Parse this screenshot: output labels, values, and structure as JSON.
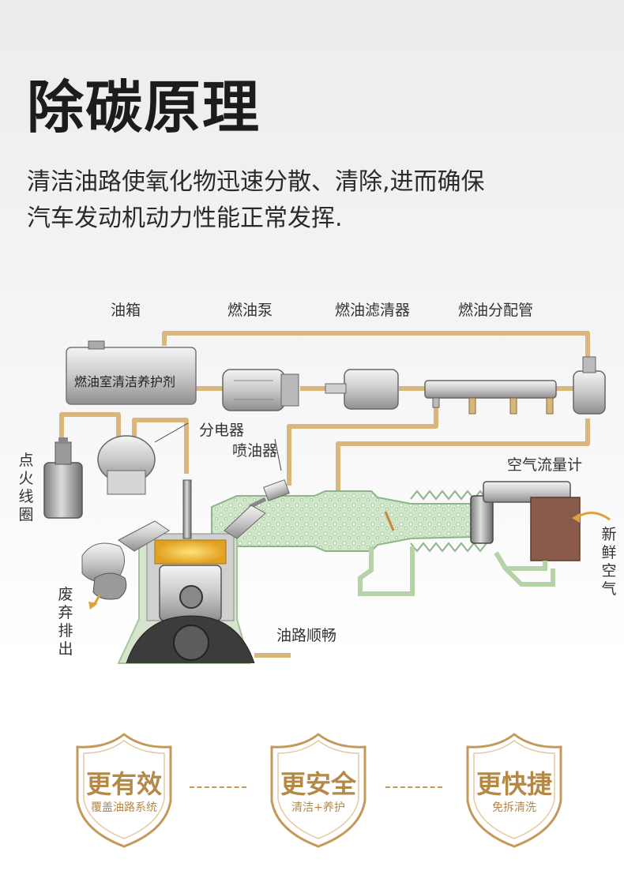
{
  "header": {
    "title": "除碳原理",
    "desc_line1": "清洁油路使氧化物迅速分散、清除,进而确保",
    "desc_line2": "汽车发动机动力性能正常发挥."
  },
  "diagram": {
    "labels": {
      "tank": "油箱",
      "pump": "燃油泵",
      "filter": "燃油滤清器",
      "rail": "燃油分配管",
      "tank_inner": "燃油室清洁养护剂",
      "distributor": "分电器",
      "injector": "喷油器",
      "airflow": "空气流量计",
      "ignition_coil": "点火线圈",
      "fresh_air": "新鲜空气",
      "exhaust": "废弃排出",
      "smooth": "油路顺畅"
    },
    "colors": {
      "pipe": "#d9b67c",
      "accent": "#b48846"
    }
  },
  "badges": [
    {
      "title": "更有效",
      "sub": "覆盖油路系统"
    },
    {
      "title": "更安全",
      "sub": "清洁+养护"
    },
    {
      "title": "更快捷",
      "sub": "免拆清洗"
    }
  ]
}
